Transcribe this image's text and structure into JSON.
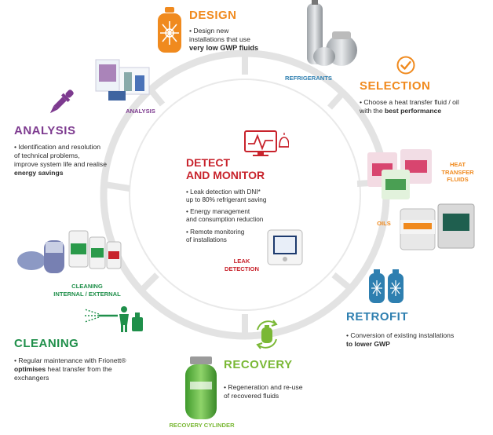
{
  "colors": {
    "design": "#f08a1e",
    "selection": "#f08a1e",
    "analysis": "#7d3a8f",
    "retrofit": "#2e7fb0",
    "cleaning": "#1f8f4a",
    "recovery": "#7ab835",
    "detect": "#c8232c",
    "ring": "#e3e3e3"
  },
  "design": {
    "title": "DESIGN",
    "line1": "Design new",
    "line2": "installations that use",
    "line3_bold": "very low GWP fluids",
    "icon": "snowflake-cylinder-icon"
  },
  "refrigerants": {
    "caption": "REFRIGERANTS"
  },
  "selection": {
    "title": "SELECTION",
    "line1": "Choose a heat transfer fluid / oil",
    "line2_prefix": "with the ",
    "line2_bold": "best performance",
    "icon": "checkmark-circle-icon"
  },
  "heat_transfer": {
    "caption_l1": "HEAT",
    "caption_l2": "TRANSFER",
    "caption_l3": "FLUIDS"
  },
  "oils": {
    "caption": "OILS"
  },
  "analysis": {
    "title": "ANALYSIS",
    "line1": "Identification and resolution",
    "line2": "of technical problems,",
    "line3": "improve system life and realise",
    "line4_bold": "energy savings",
    "caption": "ANALYSIS",
    "icon": "pipette-icon"
  },
  "detect": {
    "title_l1": "DETECT",
    "title_l2": "AND MONITOR",
    "item1_l1": "Leak detection with DNI*",
    "item1_l2": "up to 80% refrigerant saving",
    "item2_l1": "Energy management",
    "item2_l2": "and consumption reduction",
    "item3_l1": "Remote monitoring",
    "item3_l2": "of installations",
    "caption_l1": "LEAK",
    "caption_l2": "DETECTION",
    "icon": "monitor-alarm-icon"
  },
  "cleaning": {
    "title": "CLEANING",
    "caption_l1": "CLEANING",
    "caption_l2": "INTERNAL / EXTERNAL",
    "line1": "Regular maintenance with Frionett®",
    "line2_bold": "optimises",
    "line2_rest": " heat transfer from the",
    "line3": "exchangers",
    "icon": "pressure-washer-icon"
  },
  "recovery": {
    "title": "RECOVERY",
    "line1": "Regeneration and re-use",
    "line2": "of recovered fluids",
    "caption": "RECOVERY CYLINDER",
    "icon": "recycle-cylinder-icon"
  },
  "retrofit": {
    "title": "RETROFIT",
    "line1": "Conversion of existing installations",
    "line2_bold": "to lower GWP",
    "icon": "twin-cylinders-icon"
  }
}
